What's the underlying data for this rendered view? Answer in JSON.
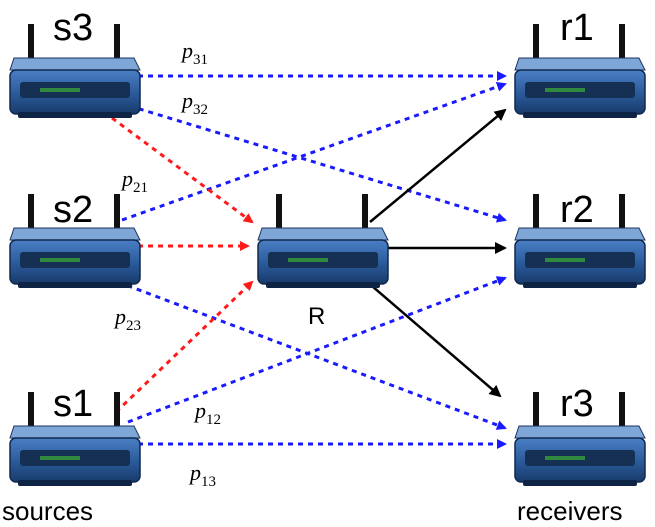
{
  "nodes": {
    "s3": "s3",
    "s2": "s2",
    "s1": "s1",
    "r1": "r1",
    "r2": "r2",
    "r3": "r3",
    "relay": "R"
  },
  "groups": {
    "sources": "sources",
    "receivers": "receivers"
  },
  "link_labels": {
    "p31": {
      "base": "p",
      "sub": "31"
    },
    "p32": {
      "base": "p",
      "sub": "32"
    },
    "p21": {
      "base": "p",
      "sub": "21"
    },
    "p23": {
      "base": "p",
      "sub": "23"
    },
    "p12": {
      "base": "p",
      "sub": "12"
    },
    "p13": {
      "base": "p",
      "sub": "13"
    }
  },
  "colors": {
    "direct_link": "#1a1aff",
    "to_relay_link": "#ff1a1a",
    "relay_output": "#000000",
    "router_body": "#2c5d9e"
  },
  "icons": {
    "node": "wireless-router-icon"
  }
}
